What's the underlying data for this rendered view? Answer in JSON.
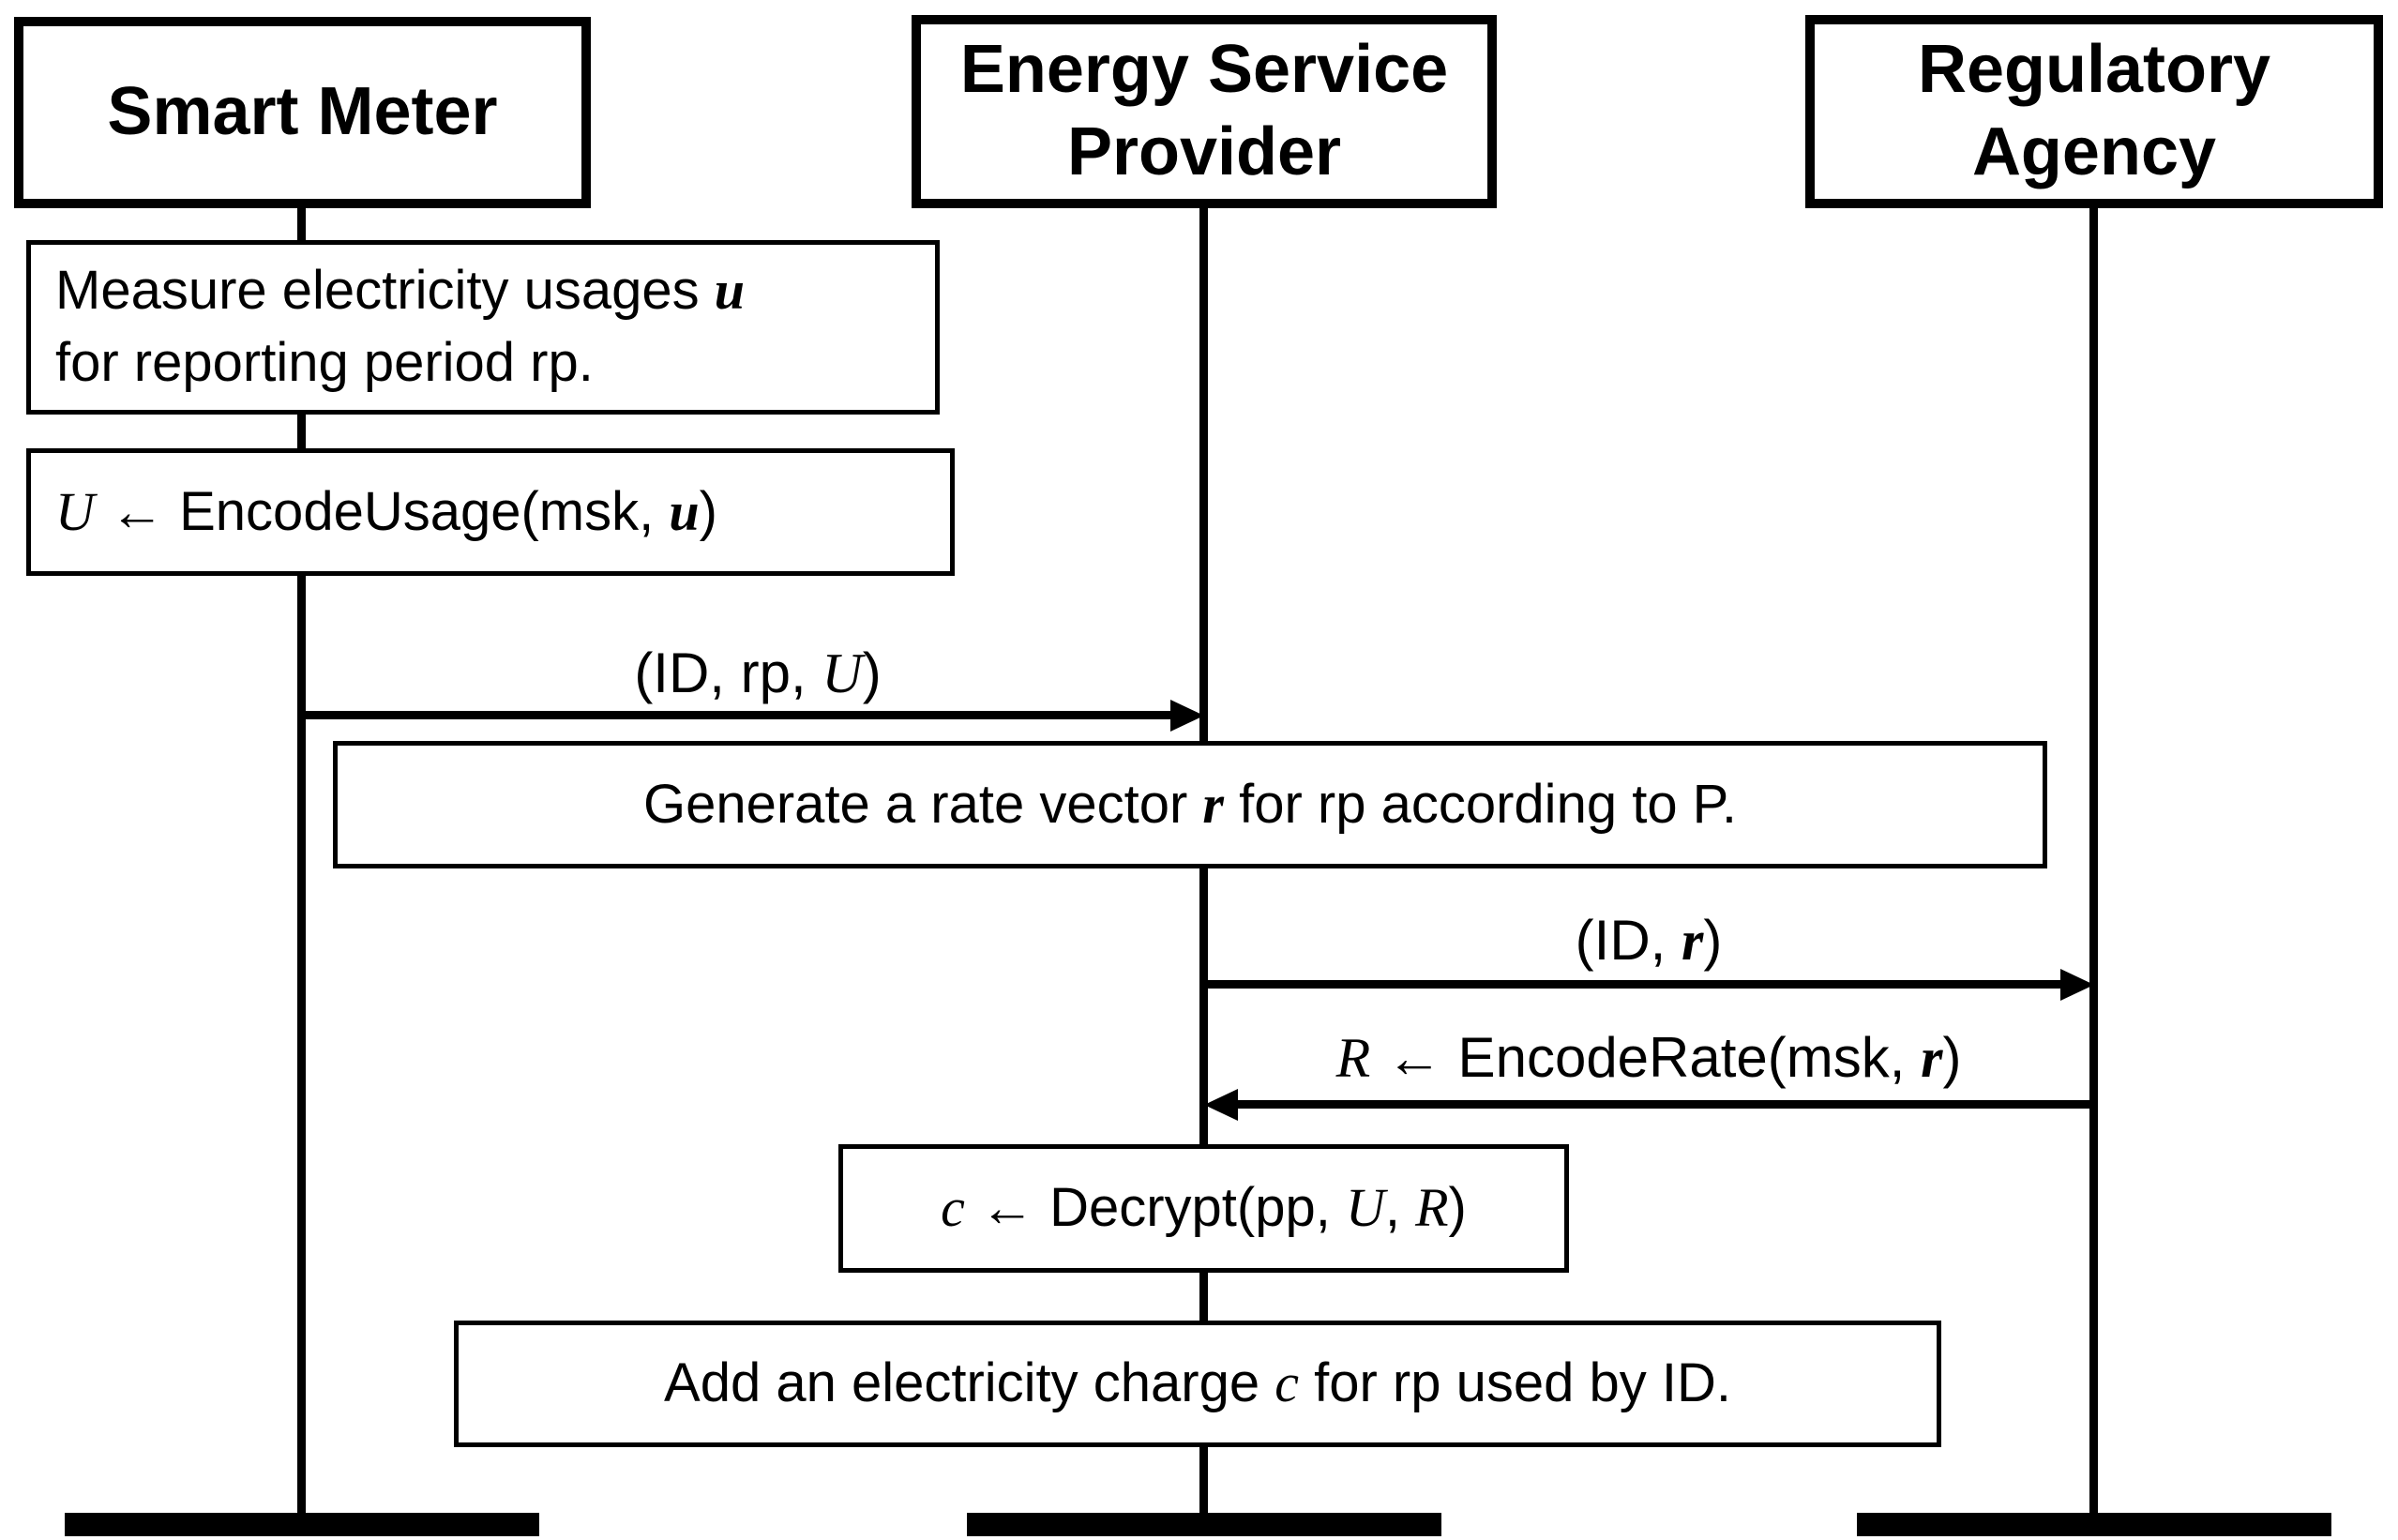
{
  "colors": {
    "ink": "#000000",
    "paper": "#ffffff"
  },
  "actors": [
    {
      "label": "Smart Meter"
    },
    {
      "label": "Energy Service\nProvider"
    },
    {
      "label": "Regulatory\nAgency"
    }
  ],
  "steps": {
    "measure": [
      [
        "Measure electricity usages ",
        {
          "t": "u",
          "s": "bi"
        }
      ],
      [
        "for reporting period rp."
      ]
    ],
    "encode_usage": [
      [
        {
          "t": "U",
          "s": "i"
        },
        " ← EncodeUsage(msk, ",
        {
          "t": "u",
          "s": "bi"
        },
        ")"
      ]
    ],
    "generate_rate": [
      [
        "Generate a rate vector ",
        {
          "t": "r",
          "s": "bi"
        },
        " for rp according to P."
      ]
    ],
    "decrypt": [
      [
        {
          "t": "c",
          "s": "i"
        },
        " ← Decrypt(pp, ",
        {
          "t": "U",
          "s": "i"
        },
        ", ",
        {
          "t": "R",
          "s": "i"
        },
        ")"
      ]
    ],
    "add_charge": [
      [
        "Add an electricity charge ",
        {
          "t": "c",
          "s": "i"
        },
        " for rp used by ID."
      ]
    ]
  },
  "messages": {
    "m1": [
      [
        "(ID, rp, ",
        {
          "t": "U",
          "s": "i"
        },
        ")"
      ]
    ],
    "m2": [
      [
        "(ID, ",
        {
          "t": "r",
          "s": "bi"
        },
        ")"
      ]
    ],
    "m3": [
      [
        {
          "t": "R",
          "s": "i"
        },
        " ← EncodeRate(msk, ",
        {
          "t": "r",
          "s": "bi"
        },
        ")"
      ]
    ]
  }
}
